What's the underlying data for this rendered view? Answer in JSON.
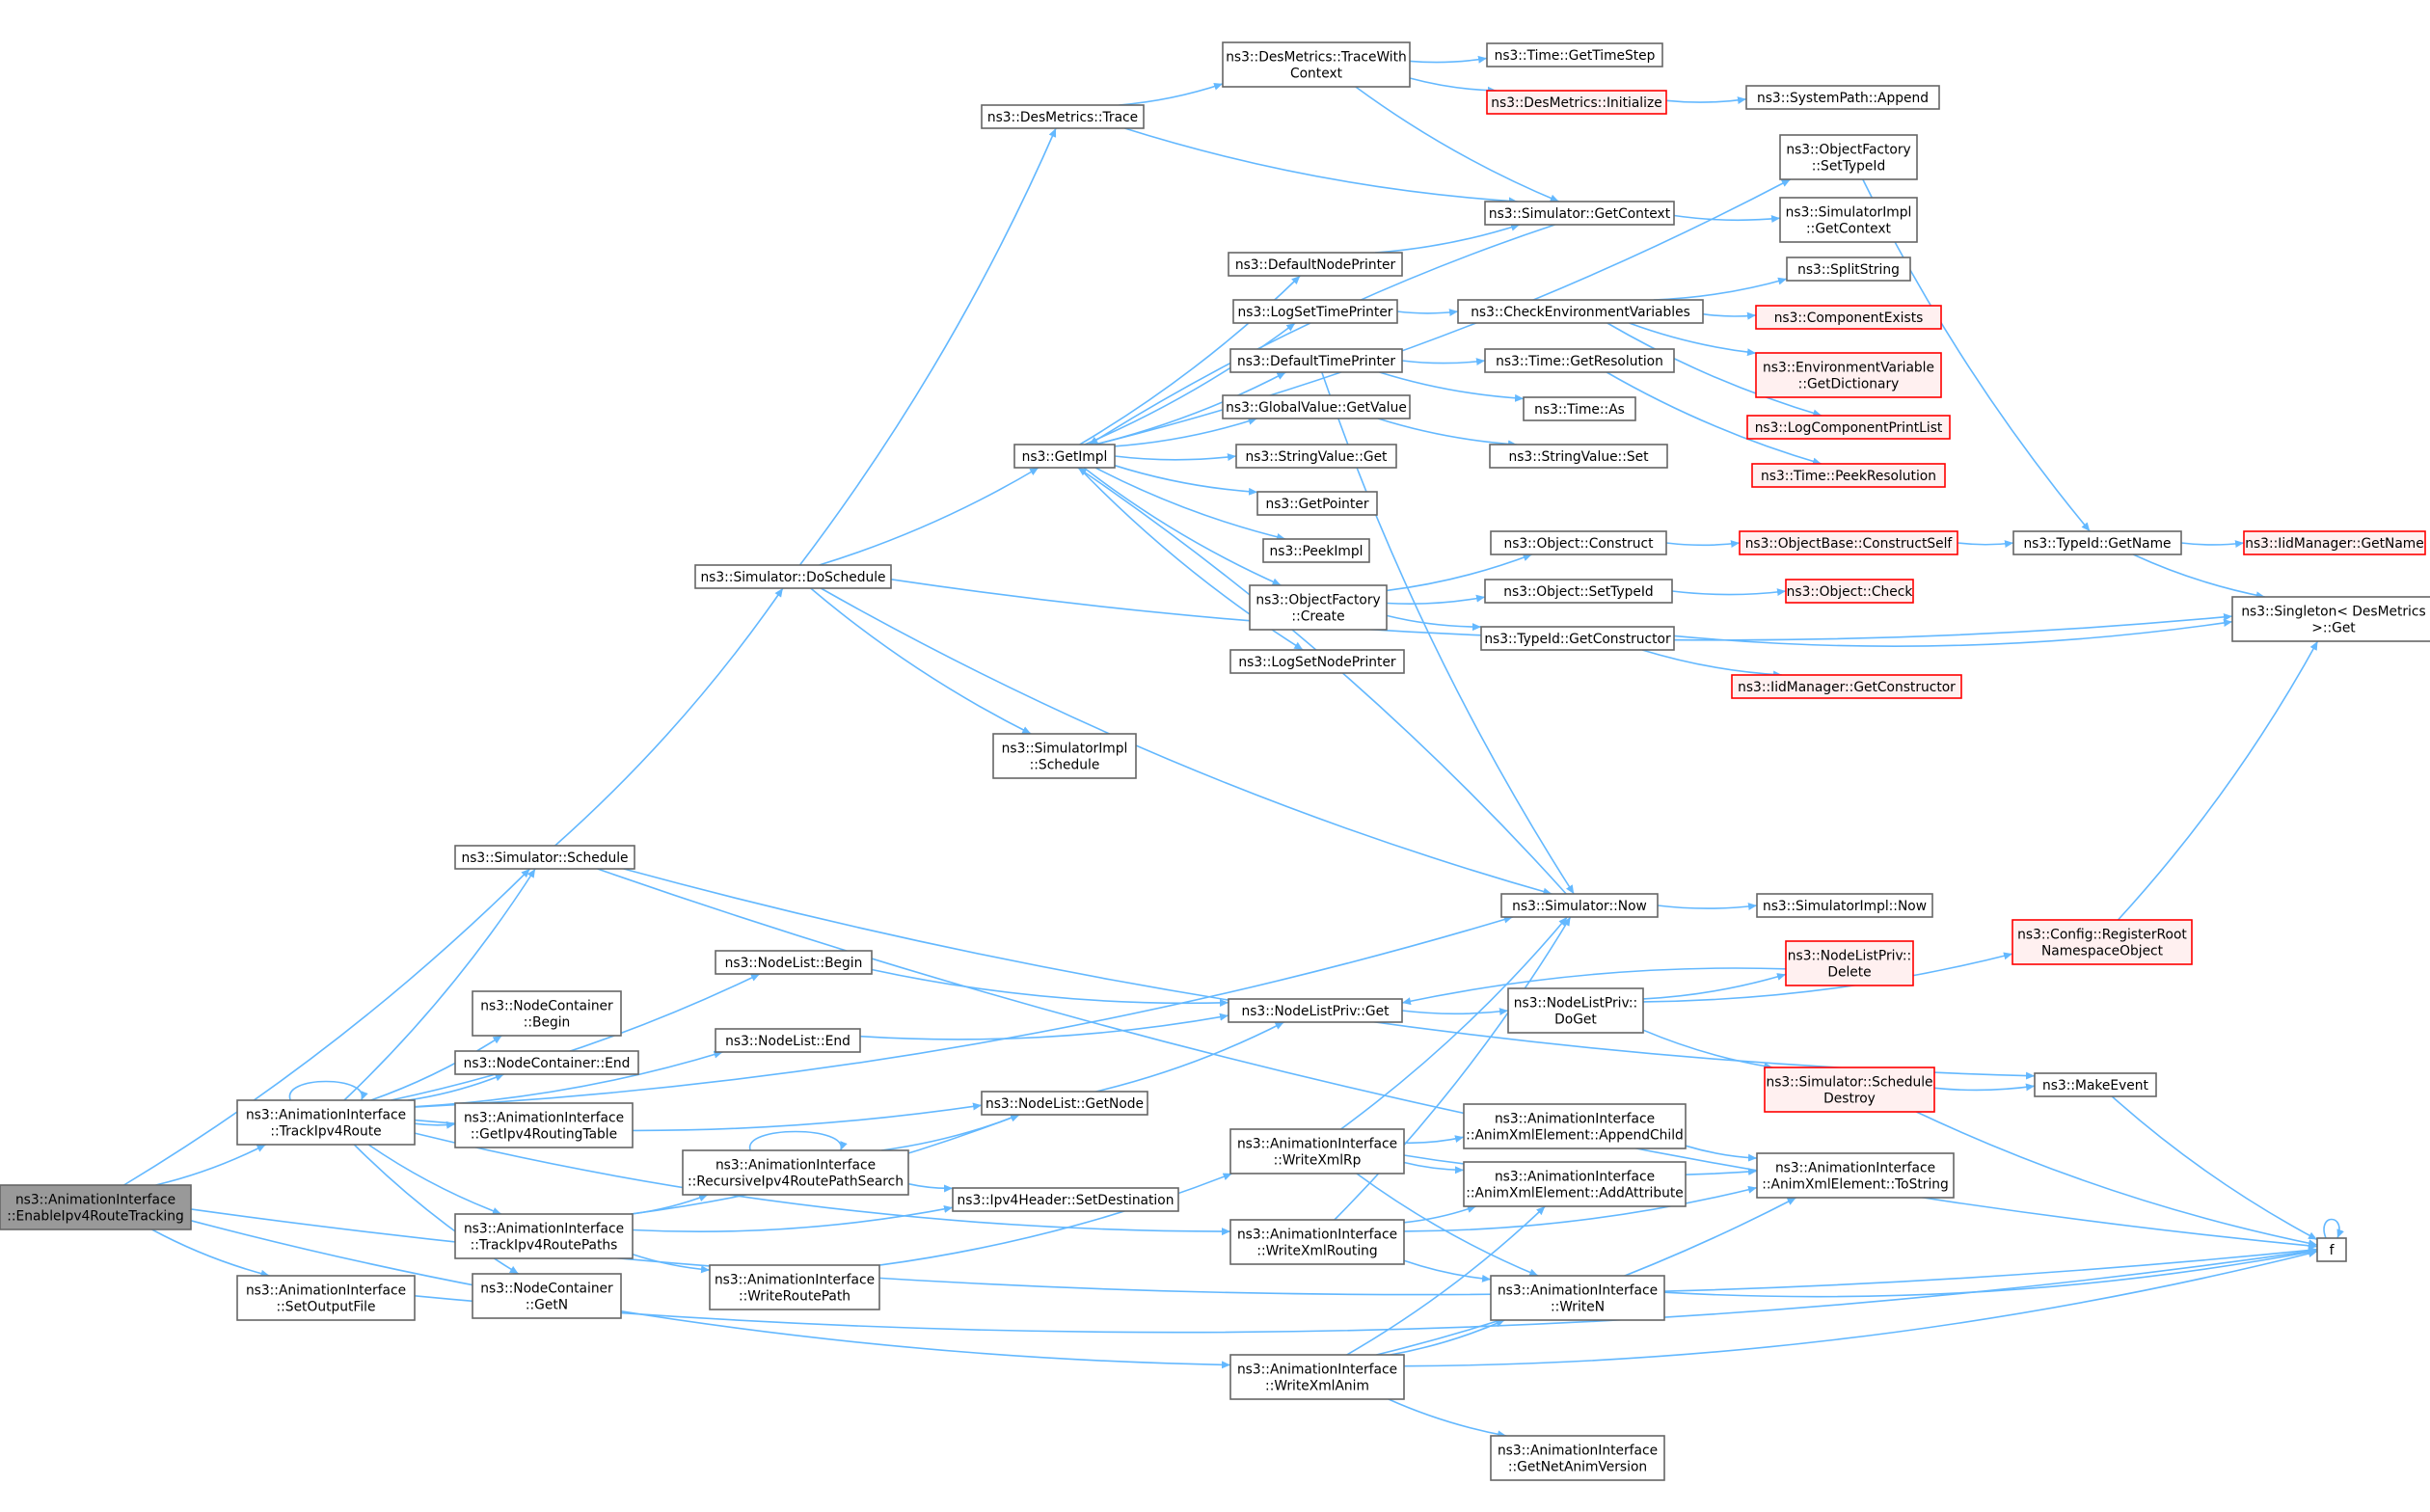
{
  "colors": {
    "edge": "#63b8ff",
    "node_border": "#666666",
    "node_fill": "#ffffff",
    "highlight_border": "#ff0000",
    "highlight_fill": "#fff0f0",
    "focus_fill": "#999999",
    "focus_border": "#666666",
    "text": "#000000"
  },
  "nodes": [
    {
      "id": "enable",
      "label": [
        "ns3::AnimationInterface",
        "::EnableIpv4RouteTracking"
      ],
      "style": "focus"
    },
    {
      "id": "track4route",
      "label": [
        "ns3::AnimationInterface",
        "::TrackIpv4Route"
      ],
      "style": "normal"
    },
    {
      "id": "setoutputfile",
      "label": [
        "ns3::AnimationInterface",
        "::SetOutputFile"
      ],
      "style": "normal"
    },
    {
      "id": "schedule",
      "label": [
        "ns3::Simulator::Schedule"
      ],
      "style": "normal"
    },
    {
      "id": "doschedule",
      "label": [
        "ns3::Simulator::DoSchedule"
      ],
      "style": "normal"
    },
    {
      "id": "dmtrace",
      "label": [
        "ns3::DesMetrics::Trace"
      ],
      "style": "normal"
    },
    {
      "id": "dmtracewith",
      "label": [
        "ns3::DesMetrics::TraceWith",
        "Context"
      ],
      "style": "normal"
    },
    {
      "id": "timegettimestep",
      "label": [
        "ns3::Time::GetTimeStep"
      ],
      "style": "normal"
    },
    {
      "id": "dminit",
      "label": [
        "ns3::DesMetrics::Initialize"
      ],
      "style": "red"
    },
    {
      "id": "sysappend",
      "label": [
        "ns3::SystemPath::Append"
      ],
      "style": "normal"
    },
    {
      "id": "ofsettypeid",
      "label": [
        "ns3::ObjectFactory",
        "::SetTypeId"
      ],
      "style": "normal"
    },
    {
      "id": "simgetcontext",
      "label": [
        "ns3::Simulator::GetContext"
      ],
      "style": "normal"
    },
    {
      "id": "simimplgetcontext",
      "label": [
        "ns3::SimulatorImpl",
        "::GetContext"
      ],
      "style": "normal"
    },
    {
      "id": "defaultnodeprinter",
      "label": [
        "ns3::DefaultNodePrinter"
      ],
      "style": "normal"
    },
    {
      "id": "logsettimeprinter",
      "label": [
        "ns3::LogSetTimePrinter"
      ],
      "style": "normal"
    },
    {
      "id": "checkenv",
      "label": [
        "ns3::CheckEnvironmentVariables"
      ],
      "style": "normal"
    },
    {
      "id": "splitstring",
      "label": [
        "ns3::SplitString"
      ],
      "style": "normal"
    },
    {
      "id": "componentexists",
      "label": [
        "ns3::ComponentExists"
      ],
      "style": "red"
    },
    {
      "id": "envgetdict",
      "label": [
        "ns3::EnvironmentVariable",
        "::GetDictionary"
      ],
      "style": "red"
    },
    {
      "id": "defaulttimeprinter",
      "label": [
        "ns3::DefaultTimePrinter"
      ],
      "style": "normal"
    },
    {
      "id": "timegetres",
      "label": [
        "ns3::Time::GetResolution"
      ],
      "style": "normal"
    },
    {
      "id": "timeas",
      "label": [
        "ns3::Time::As"
      ],
      "style": "normal"
    },
    {
      "id": "logcompprint",
      "label": [
        "ns3::LogComponentPrintList"
      ],
      "style": "red"
    },
    {
      "id": "getimpl",
      "label": [
        "ns3::GetImpl"
      ],
      "style": "normal"
    },
    {
      "id": "gvgetvalue",
      "label": [
        "ns3::GlobalValue::GetValue"
      ],
      "style": "normal"
    },
    {
      "id": "svget",
      "label": [
        "ns3::StringValue::Get"
      ],
      "style": "normal"
    },
    {
      "id": "svset",
      "label": [
        "ns3::StringValue::Set"
      ],
      "style": "normal"
    },
    {
      "id": "timepeekres",
      "label": [
        "ns3::Time::PeekResolution"
      ],
      "style": "red"
    },
    {
      "id": "getpointer",
      "label": [
        "ns3::GetPointer"
      ],
      "style": "normal"
    },
    {
      "id": "peekimpl",
      "label": [
        "ns3::PeekImpl"
      ],
      "style": "normal"
    },
    {
      "id": "objconstruct",
      "label": [
        "ns3::Object::Construct"
      ],
      "style": "normal"
    },
    {
      "id": "objbaseconstructself",
      "label": [
        "ns3::ObjectBase::ConstructSelf"
      ],
      "style": "red"
    },
    {
      "id": "typeidgetname",
      "label": [
        "ns3::TypeId::GetName"
      ],
      "style": "normal"
    },
    {
      "id": "iidgetname",
      "label": [
        "ns3::IidManager::GetName"
      ],
      "style": "red"
    },
    {
      "id": "ofcreate",
      "label": [
        "ns3::ObjectFactory",
        "::Create"
      ],
      "style": "normal"
    },
    {
      "id": "objsettypeid",
      "label": [
        "ns3::Object::SetTypeId"
      ],
      "style": "normal"
    },
    {
      "id": "objcheck",
      "label": [
        "ns3::Object::Check"
      ],
      "style": "red"
    },
    {
      "id": "singletonget",
      "label": [
        "ns3::Singleton< DesMetrics",
        ">::Get"
      ],
      "style": "normal"
    },
    {
      "id": "typeidgetctor",
      "label": [
        "ns3::TypeId::GetConstructor"
      ],
      "style": "normal"
    },
    {
      "id": "logsetnodeprinter",
      "label": [
        "ns3::LogSetNodePrinter"
      ],
      "style": "normal"
    },
    {
      "id": "iidgetctor",
      "label": [
        "ns3::IidManager::GetConstructor"
      ],
      "style": "red"
    },
    {
      "id": "simimplschedule",
      "label": [
        "ns3::SimulatorImpl",
        "::Schedule"
      ],
      "style": "normal"
    },
    {
      "id": "simnow",
      "label": [
        "ns3::Simulator::Now"
      ],
      "style": "normal"
    },
    {
      "id": "simimplnow",
      "label": [
        "ns3::SimulatorImpl::Now"
      ],
      "style": "normal"
    },
    {
      "id": "configregister",
      "label": [
        "ns3::Config::RegisterRoot",
        "NamespaceObject"
      ],
      "style": "red"
    },
    {
      "id": "nlbegin",
      "label": [
        "ns3::NodeList::Begin"
      ],
      "style": "normal"
    },
    {
      "id": "ncbegin",
      "label": [
        "ns3::NodeContainer",
        "::Begin"
      ],
      "style": "normal"
    },
    {
      "id": "nlprivdelete",
      "label": [
        "ns3::NodeListPriv::",
        "Delete"
      ],
      "style": "red"
    },
    {
      "id": "nlprivget",
      "label": [
        "ns3::NodeListPriv::Get"
      ],
      "style": "normal"
    },
    {
      "id": "nlend",
      "label": [
        "ns3::NodeList::End"
      ],
      "style": "normal"
    },
    {
      "id": "nlprivdoget",
      "label": [
        "ns3::NodeListPriv::",
        "DoGet"
      ],
      "style": "normal"
    },
    {
      "id": "ncend",
      "label": [
        "ns3::NodeContainer::End"
      ],
      "style": "normal"
    },
    {
      "id": "simschedulelestroy",
      "label": [
        "ns3::Simulator::Schedule",
        "Destroy"
      ],
      "style": "red"
    },
    {
      "id": "makeevent",
      "label": [
        "ns3::MakeEvent"
      ],
      "style": "normal"
    },
    {
      "id": "nlgetnode",
      "label": [
        "ns3::NodeList::GetNode"
      ],
      "style": "normal"
    },
    {
      "id": "aigetrouting",
      "label": [
        "ns3::AnimationInterface",
        "::GetIpv4RoutingTable"
      ],
      "style": "normal"
    },
    {
      "id": "axeappendchild",
      "label": [
        "ns3::AnimationInterface",
        "::AnimXmlElement::AppendChild"
      ],
      "style": "normal"
    },
    {
      "id": "writexmlrp",
      "label": [
        "ns3::AnimationInterface",
        "::WriteXmlRp"
      ],
      "style": "normal"
    },
    {
      "id": "recursive",
      "label": [
        "ns3::AnimationInterface",
        "::RecursiveIpv4RoutePathSearch"
      ],
      "style": "normal"
    },
    {
      "id": "axetostring",
      "label": [
        "ns3::AnimationInterface",
        "::AnimXmlElement::ToString"
      ],
      "style": "normal"
    },
    {
      "id": "axeaddattr",
      "label": [
        "ns3::AnimationInterface",
        "::AnimXmlElement::AddAttribute"
      ],
      "style": "normal"
    },
    {
      "id": "ipv4setdest",
      "label": [
        "ns3::Ipv4Header::SetDestination"
      ],
      "style": "normal"
    },
    {
      "id": "trackpaths",
      "label": [
        "ns3::AnimationInterface",
        "::TrackIpv4RoutePaths"
      ],
      "style": "normal"
    },
    {
      "id": "writexmlrouting",
      "label": [
        "ns3::AnimationInterface",
        "::WriteXmlRouting"
      ],
      "style": "normal"
    },
    {
      "id": "f",
      "label": [
        "f"
      ],
      "style": "normal"
    },
    {
      "id": "writeroutepath",
      "label": [
        "ns3::AnimationInterface",
        "::WriteRoutePath"
      ],
      "style": "normal"
    },
    {
      "id": "ncgetn",
      "label": [
        "ns3::NodeContainer",
        "::GetN"
      ],
      "style": "normal"
    },
    {
      "id": "writen",
      "label": [
        "ns3::AnimationInterface",
        "::WriteN"
      ],
      "style": "normal"
    },
    {
      "id": "writexmlanim",
      "label": [
        "ns3::AnimationInterface",
        "::WriteXmlAnim"
      ],
      "style": "normal"
    },
    {
      "id": "getnetanimversion",
      "label": [
        "ns3::AnimationInterface",
        "::GetNetAnimVersion"
      ],
      "style": "normal"
    }
  ],
  "edges": [
    [
      "enable",
      "schedule"
    ],
    [
      "enable",
      "track4route"
    ],
    [
      "enable",
      "setoutputfile"
    ],
    [
      "enable",
      "writexmlanim"
    ],
    [
      "enable",
      "f"
    ],
    [
      "track4route",
      "track4route"
    ],
    [
      "track4route",
      "schedule"
    ],
    [
      "track4route",
      "simnow"
    ],
    [
      "track4route",
      "nlbegin"
    ],
    [
      "track4route",
      "ncbegin"
    ],
    [
      "track4route",
      "ncend"
    ],
    [
      "track4route",
      "aigetrouting"
    ],
    [
      "track4route",
      "nlend"
    ],
    [
      "track4route",
      "nlgetnode"
    ],
    [
      "track4route",
      "trackpaths"
    ],
    [
      "track4route",
      "ncgetn"
    ],
    [
      "track4route",
      "writexmlrouting"
    ],
    [
      "setoutputfile",
      "f"
    ],
    [
      "schedule",
      "doschedule"
    ],
    [
      "schedule",
      "makeevent"
    ],
    [
      "schedule",
      "f"
    ],
    [
      "doschedule",
      "dmtrace"
    ],
    [
      "doschedule",
      "getimpl"
    ],
    [
      "doschedule",
      "singletonget"
    ],
    [
      "doschedule",
      "simimplschedule"
    ],
    [
      "doschedule",
      "simnow"
    ],
    [
      "dmtrace",
      "dmtracewith"
    ],
    [
      "dmtrace",
      "simgetcontext"
    ],
    [
      "dmtracewith",
      "timegettimestep"
    ],
    [
      "dmtracewith",
      "dminit"
    ],
    [
      "dmtracewith",
      "simgetcontext"
    ],
    [
      "dminit",
      "sysappend"
    ],
    [
      "ofsettypeid",
      "typeidgetname"
    ],
    [
      "simgetcontext",
      "simimplgetcontext"
    ],
    [
      "simgetcontext",
      "getimpl"
    ],
    [
      "defaultnodeprinter",
      "simgetcontext"
    ],
    [
      "logsettimeprinter",
      "checkenv"
    ],
    [
      "checkenv",
      "splitstring"
    ],
    [
      "checkenv",
      "componentexists"
    ],
    [
      "checkenv",
      "envgetdict"
    ],
    [
      "checkenv",
      "logcompprint"
    ],
    [
      "defaulttimeprinter",
      "timegetres"
    ],
    [
      "defaulttimeprinter",
      "timeas"
    ],
    [
      "defaulttimeprinter",
      "simnow"
    ],
    [
      "timegetres",
      "timepeekres"
    ],
    [
      "getimpl",
      "ofsettypeid"
    ],
    [
      "getimpl",
      "defaultnodeprinter"
    ],
    [
      "getimpl",
      "logsettimeprinter"
    ],
    [
      "getimpl",
      "defaulttimeprinter"
    ],
    [
      "getimpl",
      "gvgetvalue"
    ],
    [
      "getimpl",
      "svget"
    ],
    [
      "getimpl",
      "getpointer"
    ],
    [
      "getimpl",
      "peekimpl"
    ],
    [
      "getimpl",
      "ofcreate"
    ],
    [
      "getimpl",
      "logsetnodeprinter"
    ],
    [
      "gvgetvalue",
      "svset"
    ],
    [
      "ofcreate",
      "objconstruct"
    ],
    [
      "ofcreate",
      "objsettypeid"
    ],
    [
      "ofcreate",
      "typeidgetctor"
    ],
    [
      "objconstruct",
      "objbaseconstructself"
    ],
    [
      "objbaseconstructself",
      "typeidgetname"
    ],
    [
      "typeidgetname",
      "iidgetname"
    ],
    [
      "typeidgetname",
      "singletonget"
    ],
    [
      "objsettypeid",
      "objcheck"
    ],
    [
      "typeidgetctor",
      "singletonget"
    ],
    [
      "typeidgetctor",
      "iidgetctor"
    ],
    [
      "simnow",
      "simimplnow"
    ],
    [
      "simnow",
      "getimpl"
    ],
    [
      "configregister",
      "singletonget"
    ],
    [
      "nlbegin",
      "nlprivget"
    ],
    [
      "nlprivdelete",
      "nlprivget"
    ],
    [
      "nlprivget",
      "nlprivdoget"
    ],
    [
      "nlend",
      "nlprivget"
    ],
    [
      "nlprivdoget",
      "nlprivdelete"
    ],
    [
      "nlprivdoget",
      "configregister"
    ],
    [
      "nlprivdoget",
      "simschedulelestroy"
    ],
    [
      "simschedulelestroy",
      "makeevent"
    ],
    [
      "simschedulelestroy",
      "f"
    ],
    [
      "makeevent",
      "f"
    ],
    [
      "nlgetnode",
      "nlprivget"
    ],
    [
      "axeappendchild",
      "axetostring"
    ],
    [
      "writexmlrp",
      "simnow"
    ],
    [
      "writexmlrp",
      "axeappendchild"
    ],
    [
      "writexmlrp",
      "axeaddattr"
    ],
    [
      "writexmlrp",
      "axetostring"
    ],
    [
      "writexmlrp",
      "writen"
    ],
    [
      "recursive",
      "recursive"
    ],
    [
      "recursive",
      "nlgetnode"
    ],
    [
      "recursive",
      "ipv4setdest"
    ],
    [
      "trackpaths",
      "nlgetnode"
    ],
    [
      "trackpaths",
      "recursive"
    ],
    [
      "trackpaths",
      "ipv4setdest"
    ],
    [
      "trackpaths",
      "writeroutepath"
    ],
    [
      "writexmlrouting",
      "simnow"
    ],
    [
      "writexmlrouting",
      "axeaddattr"
    ],
    [
      "writexmlrouting",
      "axetostring"
    ],
    [
      "writexmlrouting",
      "writen"
    ],
    [
      "f",
      "f"
    ],
    [
      "writeroutepath",
      "writexmlrp"
    ],
    [
      "writen",
      "f"
    ],
    [
      "writexmlanim",
      "axeaddattr"
    ],
    [
      "writexmlanim",
      "writen"
    ],
    [
      "writexmlanim",
      "axetostring"
    ],
    [
      "writexmlanim",
      "f"
    ],
    [
      "writexmlanim",
      "getnetanimversion"
    ]
  ]
}
